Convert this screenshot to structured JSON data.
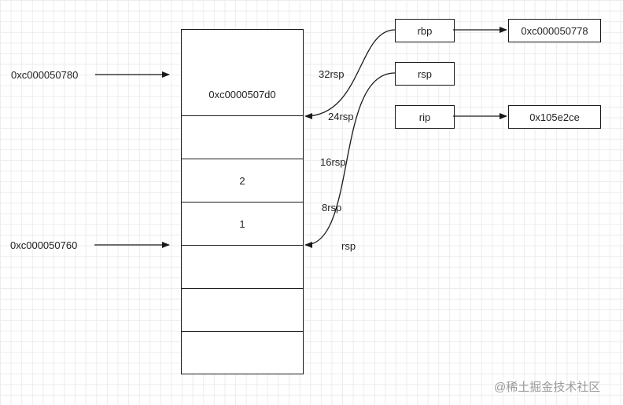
{
  "stack": {
    "cells": [
      {
        "label": ""
      },
      {
        "label": "0xc0000507d0"
      },
      {
        "label": ""
      },
      {
        "label": "2"
      },
      {
        "label": "1"
      },
      {
        "label": ""
      },
      {
        "label": ""
      },
      {
        "label": ""
      }
    ]
  },
  "addresses": {
    "top": "0xc000050780",
    "bottom": "0xc000050760"
  },
  "offsets": {
    "o32": "32rsp",
    "o24": "24rsp",
    "o16": "16rsp",
    "o8": "8rsp",
    "o0": "rsp"
  },
  "registers": {
    "rbp": {
      "name": "rbp",
      "value": "0xc000050778"
    },
    "rsp": {
      "name": "rsp"
    },
    "rip": {
      "name": "rip",
      "value": "0x105e2ce"
    }
  },
  "watermark": "@稀土掘金技术社区",
  "colors": {
    "line": "#1a1a1a",
    "grid": "#ececec",
    "watermark": "#9a9a9a"
  }
}
